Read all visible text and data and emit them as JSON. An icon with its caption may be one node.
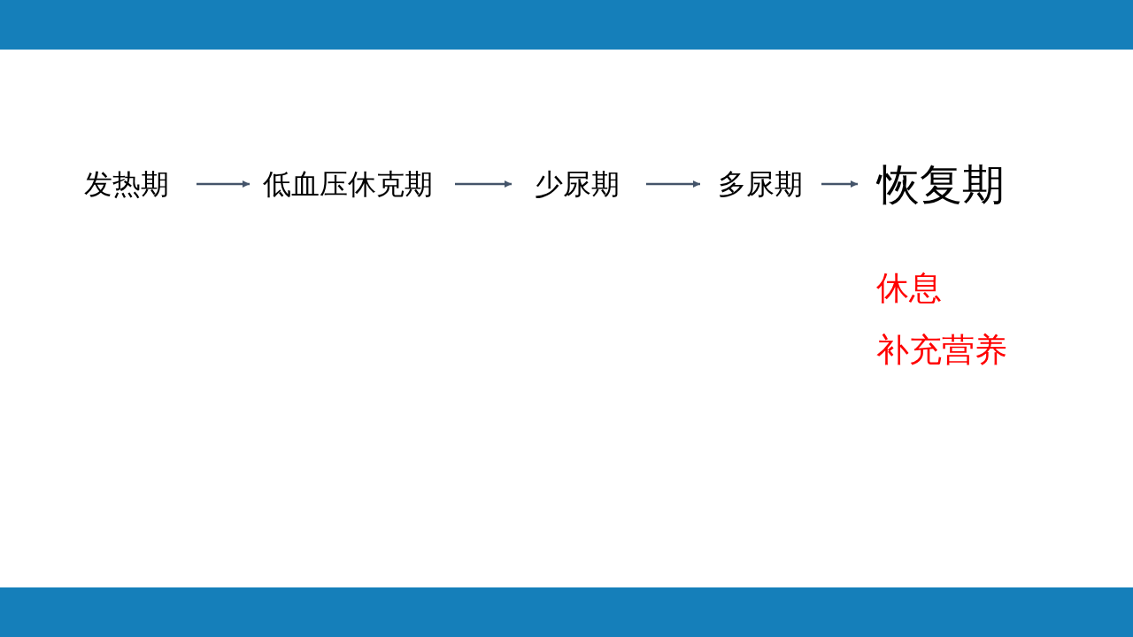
{
  "diagram": {
    "nodes": [
      {
        "text": [
          "发热期"
        ]
      },
      {
        "text": [
          "低血压休克期"
        ]
      },
      {
        "text": [
          "少尿期"
        ]
      },
      {
        "text": [
          "多尿期"
        ]
      },
      {
        "text": [
          "恢复期"
        ]
      }
    ],
    "edges": [
      {
        "from": 0,
        "to": 1,
        "arrow": "to"
      },
      {
        "from": 1,
        "to": 2,
        "arrow": "to"
      },
      {
        "from": 2,
        "to": 3,
        "arrow": "to"
      },
      {
        "from": 3,
        "to": 4,
        "arrow": "to"
      }
    ],
    "labels": [
      "休息",
      "补充营养"
    ]
  }
}
